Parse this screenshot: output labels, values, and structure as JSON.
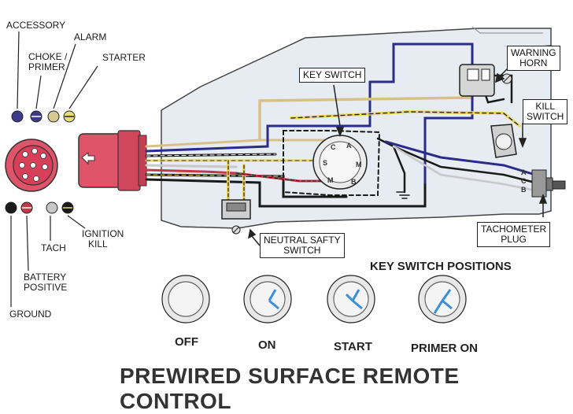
{
  "harness_labels": {
    "accessory": "ACCESSORY",
    "alarm": "ALARM",
    "choke_primer_line1": "CHOKE /",
    "choke_primer_line2": "PRIMER",
    "starter": "STARTER",
    "ignition_kill_line1": "IGNITION",
    "ignition_kill_line2": "KILL",
    "tach": "TACH",
    "battery_positive_line1": "BATTERY",
    "battery_positive_line2": "POSITIVE",
    "ground": "GROUND"
  },
  "callouts": {
    "key_switch": "KEY SWITCH",
    "warning_horn_line1": "WARNING",
    "warning_horn_line2": "HORN",
    "kill_switch_line1": "KILL",
    "kill_switch_line2": "SWITCH",
    "tachometer_plug_line1": "TACHOMETER",
    "tachometer_plug_line2": "PLUG",
    "neutral_safety_switch_line1": "NEUTRAL SAFTY",
    "neutral_safety_switch_line2": "SWITCH"
  },
  "tach_plug_pins": [
    "A",
    "C",
    "B"
  ],
  "switch_terminals": [
    "C",
    "A",
    "S",
    "M",
    "M",
    "B"
  ],
  "key_switch_positions": {
    "heading": "KEY SWITCH POSITIONS",
    "positions": [
      "OFF",
      "ON",
      "START",
      "PRIMER ON"
    ]
  },
  "title": "PREWIRED SURFACE REMOTE CONTROL",
  "colors": {
    "plug_red": "#e0546a",
    "wire_blue": "#2a2c8a",
    "wire_tan": "#d8c08a",
    "wire_yellow": "#ecd86a",
    "wire_black": "#1a1a1a",
    "switch_blue": "#3a8fd8",
    "pin_purple": "#3e3a8a",
    "pin_yellow": "#e8dc78",
    "pin_gray": "#c8c8c8",
    "pin_red": "#c03a4a"
  },
  "icons": [
    "arrow-icon",
    "screw-icon",
    "ground-symbol-icon"
  ]
}
